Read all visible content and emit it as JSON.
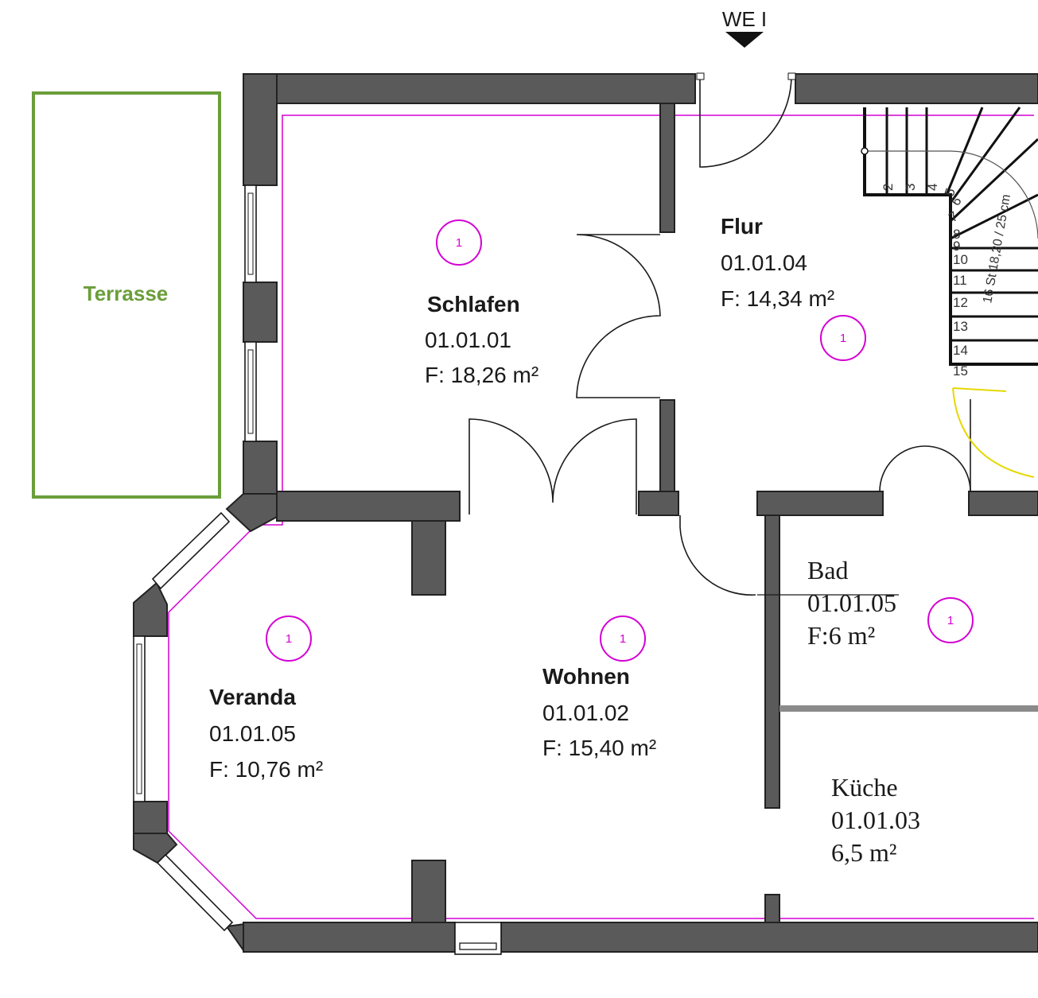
{
  "entrance": {
    "label": "WE I"
  },
  "terrace": {
    "label": "Terrasse",
    "color": "#6a9e3a"
  },
  "room_marker_number": "1",
  "colors": {
    "wall": "#5a5a5a",
    "outline": "#d400d4",
    "marker": "#d400d4",
    "stair_path": "#e6d800"
  },
  "rooms": [
    {
      "name": "Schlafen",
      "number": "01.01.01",
      "area": "F: 18,26 m²"
    },
    {
      "name": "Flur",
      "number": "01.01.04",
      "area": "F: 14,34 m²"
    },
    {
      "name": "Veranda",
      "number": "01.01.05",
      "area": "F: 10,76 m²"
    },
    {
      "name": "Wohnen",
      "number": "01.01.02",
      "area": "F: 15,40 m²"
    },
    {
      "name": "Bad",
      "number": "01.01.05",
      "area": "F:6 m²"
    },
    {
      "name": "Küche",
      "number": "01.01.03",
      "area": "6,5 m²"
    }
  ],
  "stair": {
    "steps": [
      "2",
      "3",
      "4",
      "5",
      "6",
      "7",
      "8",
      "9",
      "10",
      "11",
      "12",
      "13",
      "14",
      "15"
    ],
    "spec": "16 St 18,20 / 25 cm"
  }
}
